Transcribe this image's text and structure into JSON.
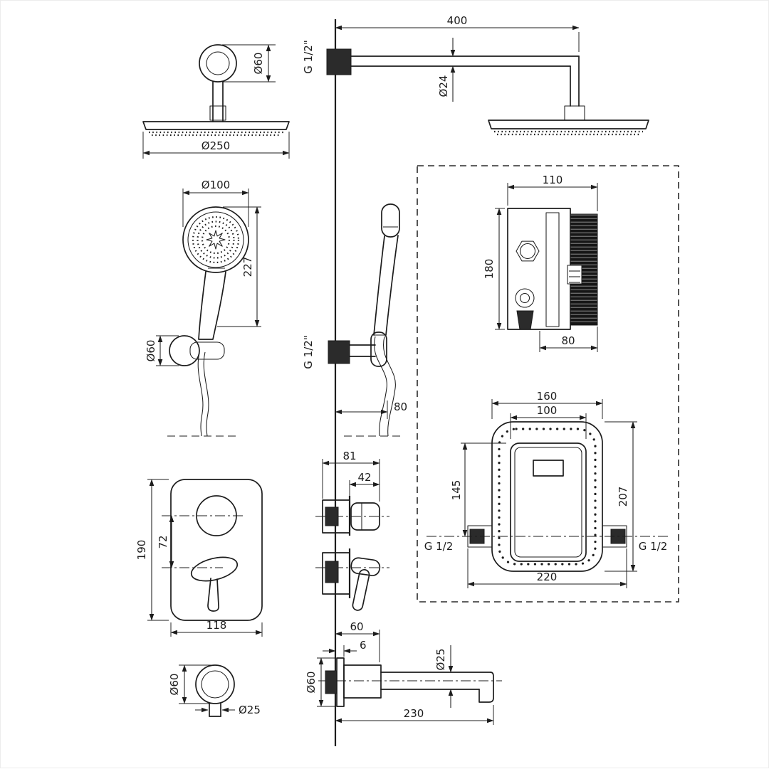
{
  "drawing": {
    "background": "#ffffff",
    "line_color": "#1c1c1c",
    "labels": {
      "overhead_mount_diameter": "Ø60",
      "overhead_head_diameter": "Ø250",
      "arm_length": "400",
      "arm_thread": "G 1/2\"",
      "arm_diameter": "Ø24",
      "handshower_head_diameter": "Ø100",
      "handshower_length": "227",
      "holder_diameter": "Ø60",
      "holder_thread": "G 1/2\"",
      "holder_hose_offset": "80",
      "valve_top_width": "110",
      "valve_top_height": "180",
      "valve_top_depth": "80",
      "box_outer_width": "160",
      "box_inner_width": "100",
      "box_inner_height": "145",
      "box_outer_height": "207",
      "box_thread_left": "G 1/2",
      "box_thread_right": "G 1/2",
      "box_tab_span": "220",
      "trim_height": "190",
      "trim_handle_offset": "72",
      "trim_width": "118",
      "mixer_depth": "81",
      "mixer_knob_depth": "42",
      "elbow_diameter": "Ø60",
      "elbow_outlet_diameter": "Ø25",
      "spout_wall_offset": "60",
      "spout_flange_gap": "6",
      "spout_flange_diameter": "Ø60",
      "spout_tube_diameter": "Ø25",
      "spout_length": "230"
    }
  }
}
